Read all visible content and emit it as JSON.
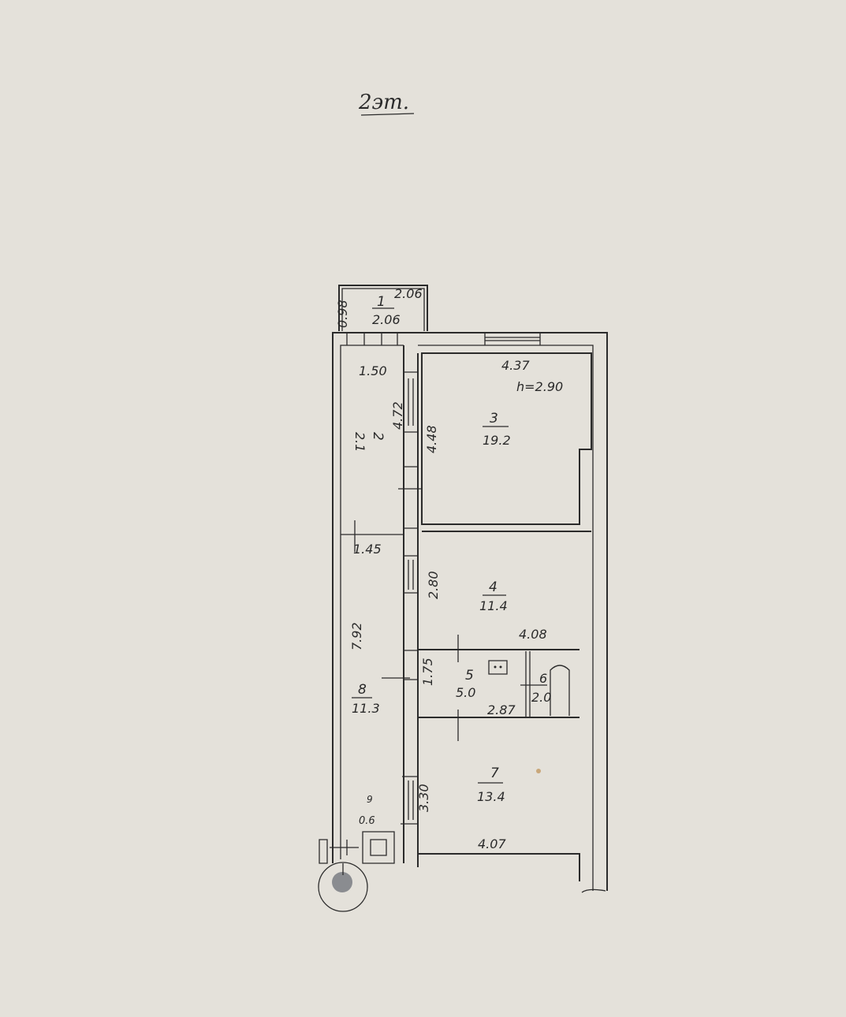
{
  "floor_label": "2эт.",
  "ceiling_height": "h=2.90",
  "rooms": [
    {
      "number": "1",
      "area": "2.06"
    },
    {
      "number": "2",
      "area": "2.1"
    },
    {
      "number": "3",
      "area": "19.2"
    },
    {
      "number": "4",
      "area": "11.4"
    },
    {
      "number": "5",
      "area": "5.0"
    },
    {
      "number": "6",
      "area": "2.0"
    },
    {
      "number": "7",
      "area": "13.4"
    },
    {
      "number": "8",
      "area": "11.3"
    },
    {
      "number": "9",
      "area": "0.6"
    }
  ],
  "dimensions": {
    "balcony_length": "2.06",
    "balcony_width": "0.98",
    "room2_width": "1.50",
    "room2_length": "4.72",
    "room3_width": "4.37",
    "room3_length": "4.48",
    "corridor_width": "1.45",
    "room4_length": "2.80",
    "room5_total_width": "4.08",
    "room5_length": "1.75",
    "room5_width": "2.87",
    "room8_length": "7.92",
    "room7_length": "3.30",
    "room7_width": "4.07"
  }
}
